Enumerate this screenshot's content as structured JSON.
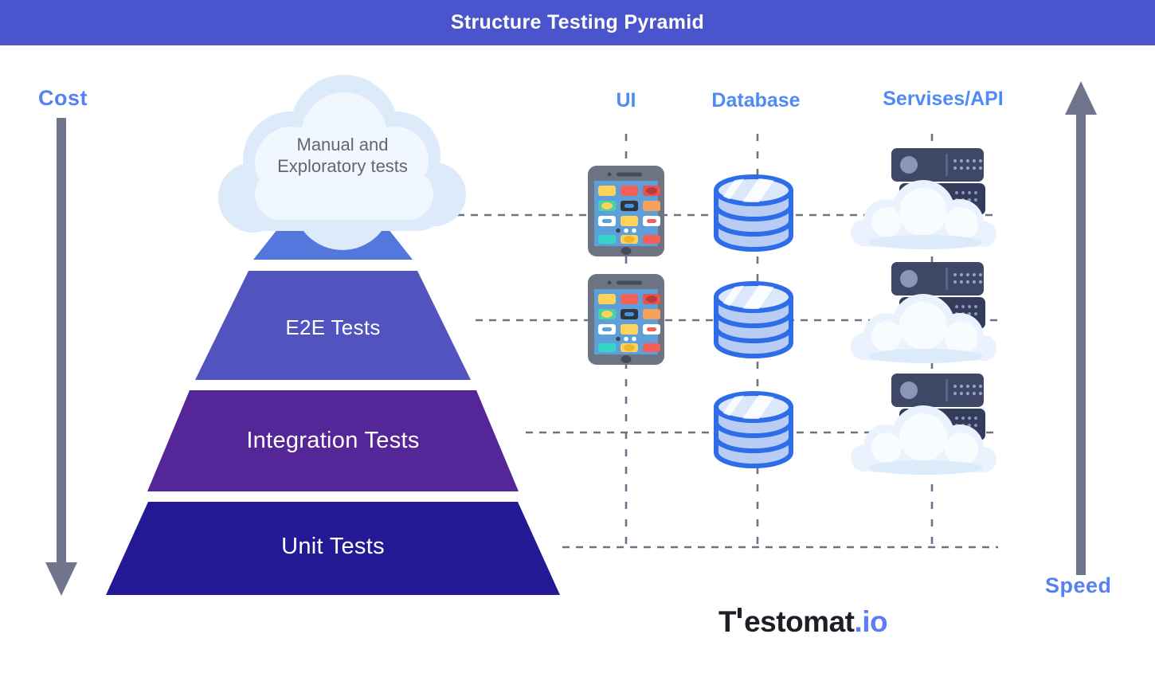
{
  "title": "Structure Testing Pyramid",
  "axes": {
    "cost_label": "Cost",
    "speed_label": "Speed"
  },
  "columns": [
    {
      "label": "UI"
    },
    {
      "label": "Database"
    },
    {
      "label": "Servises/API"
    }
  ],
  "pyramid": {
    "levels": [
      {
        "label_line1": "Manual and",
        "label_line2": "Exploratory tests",
        "shape": "cloud-over-peak",
        "color": "#5377dd"
      },
      {
        "label": "E2E Tests",
        "color": "#5154be"
      },
      {
        "label": "Integration Tests",
        "color": "#542697"
      },
      {
        "label": "Unit Tests",
        "color": "#241995"
      }
    ]
  },
  "grid": {
    "rows": [
      {
        "level": "Manual and Exploratory tests",
        "icons": [
          "ui-phone",
          "database-cylinder",
          "services-cloud-server"
        ]
      },
      {
        "level": "E2E Tests",
        "icons": [
          "ui-phone",
          "database-cylinder",
          "services-cloud-server"
        ]
      },
      {
        "level": "Integration Tests",
        "icons": [
          "database-cylinder",
          "services-cloud-server"
        ]
      },
      {
        "level": "Unit Tests",
        "icons": []
      }
    ]
  },
  "brand": {
    "t": "T",
    "rest": "estomat",
    "suffix": ".io"
  },
  "colors": {
    "header_bg": "#4a55cd",
    "axis_label": "#5581f2",
    "column_label": "#4e8bf5",
    "arrow": "#70758b",
    "dashed_line": "#6e7288",
    "cloud_fill": "#dceafa",
    "cloud_text": "#64676c",
    "logo_dark": "#1d1f27",
    "logo_accent": "#5b7bf7"
  }
}
